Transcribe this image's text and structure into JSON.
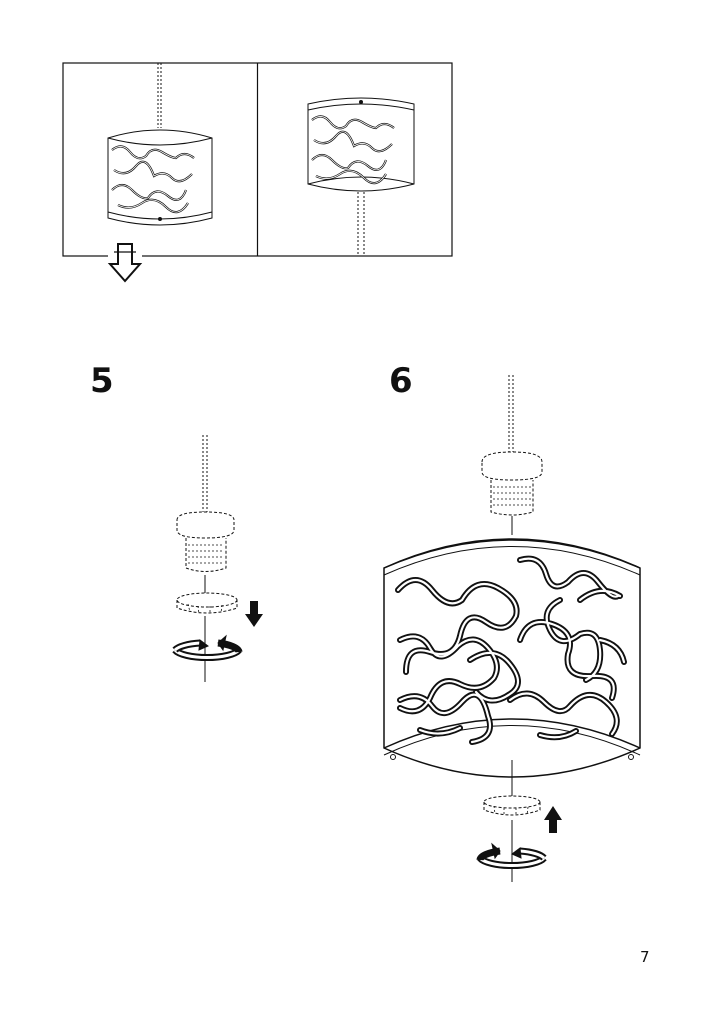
{
  "steps": [
    {
      "number": "5"
    },
    {
      "number": "6"
    }
  ],
  "page_number": "7",
  "icons": {
    "continue_arrow": "outline-down-arrow-icon",
    "push_down": "solid-down-arrow-icon",
    "push_up": "solid-up-arrow-icon",
    "rotate": "rotate-ring-icon"
  }
}
